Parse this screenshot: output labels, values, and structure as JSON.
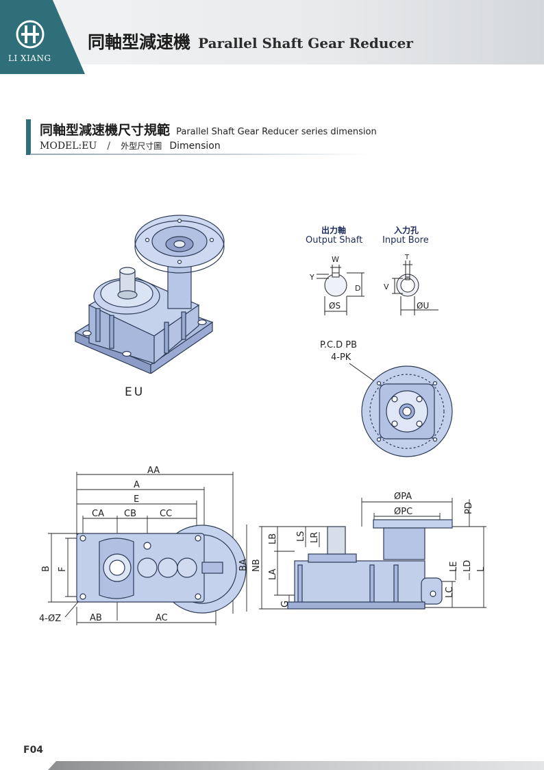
{
  "header": {
    "logo_text": "LI XIANG",
    "title_zh": "同軸型減速機",
    "title_en": "Parallel Shaft Gear Reducer"
  },
  "section": {
    "title_zh": "同軸型減速機尺寸規範",
    "title_en": "Parallel Shaft Gear Reducer series dimension",
    "model": "MODEL:EU",
    "separator": "/",
    "sub_zh": "外型尺寸圖",
    "sub_en": "Dimension"
  },
  "product_label": "EU",
  "shaft": {
    "output_zh": "出力軸",
    "output_en": "Output Shaft",
    "input_zh": "入力孔",
    "input_en": "Input Bore",
    "labels": {
      "w": "W",
      "y": "Y",
      "d": "D",
      "s": "ØS",
      "t": "T",
      "v": "V",
      "u": "ØU"
    }
  },
  "flange": {
    "pcd": "P.C.D PB",
    "holes": "4-PK"
  },
  "top_view": {
    "labels": {
      "aa": "AA",
      "a": "A",
      "e": "E",
      "ca": "CA",
      "cb": "CB",
      "cc": "CC",
      "b": "B",
      "f": "F",
      "ba": "BA",
      "z": "4-ØZ",
      "ab": "AB",
      "ac": "AC"
    }
  },
  "side_view": {
    "labels": {
      "pa": "ØPA",
      "pc": "ØPC",
      "pd": "PD",
      "nb": "NB",
      "lb": "LB",
      "ls": "LS",
      "lr": "LR",
      "la": "LA",
      "g": "G",
      "le": "LE",
      "ld": "LD",
      "l": "L",
      "lc": "LC"
    }
  },
  "page_number": "F04",
  "colors": {
    "brand": "#2f6f7a",
    "part_fill": "#b9c8e6",
    "part_stroke": "#2b3a55"
  }
}
